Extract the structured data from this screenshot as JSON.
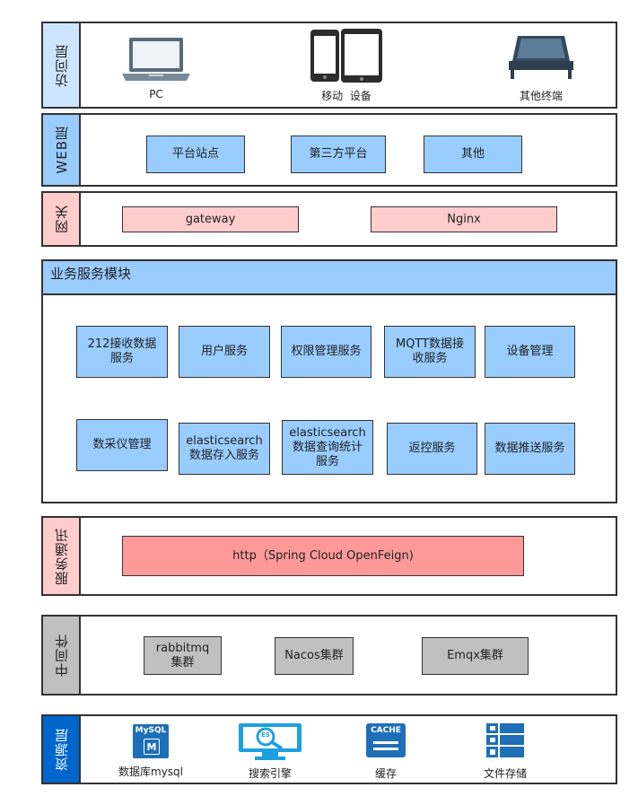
{
  "access_layer": {
    "label": "访问层",
    "devices": [
      {
        "name": "PC",
        "icon": "laptop-icon"
      },
      {
        "name": "移动  设备",
        "icon": "mobile-device-icon"
      },
      {
        "name": "其他终端",
        "icon": "terminal-icon"
      }
    ]
  },
  "web_layer": {
    "label": "WEB层",
    "items": [
      "平台站点",
      "第三方平台",
      "其他"
    ]
  },
  "gateway_layer": {
    "label": "网关",
    "items": [
      "gateway",
      "Nginx"
    ]
  },
  "business_layer": {
    "title": "业务服务模块",
    "row1": [
      "212接收数据\n服务",
      "用户服务",
      "权限管理服务",
      "MQTT数据接\n收服务",
      "设备管理"
    ],
    "row2": [
      "数采仪管理",
      "elasticsearch\n数据存入服务",
      "elasticsearch\n数据查询统计\n服务",
      "返控服务",
      "数据推送服务"
    ]
  },
  "comm_layer": {
    "label": "服务通讯",
    "item": "http（Spring Cloud OpenFeign)"
  },
  "middleware_layer": {
    "label": "中间件",
    "items": [
      "rabbitmq\n集群",
      "Nacos集群",
      "Emqx集群"
    ]
  },
  "resource_layer": {
    "label": "资源层",
    "items": [
      {
        "name": "数据库mysql",
        "icon": "mysql-icon",
        "icon_text": "MySQL",
        "icon_sub": "M"
      },
      {
        "name": "搜索引擎",
        "icon": "search-engine-icon",
        "icon_text": "ES"
      },
      {
        "name": "缓存",
        "icon": "cache-icon",
        "icon_text": "CACHE"
      },
      {
        "name": "文件存储",
        "icon": "file-storage-icon"
      }
    ]
  },
  "colors": {
    "blue": "#99ccff",
    "pink": "#ffcccc",
    "red": "#ff9999",
    "gray": "#c0c0c0",
    "resource_blue": "#0066cc"
  }
}
